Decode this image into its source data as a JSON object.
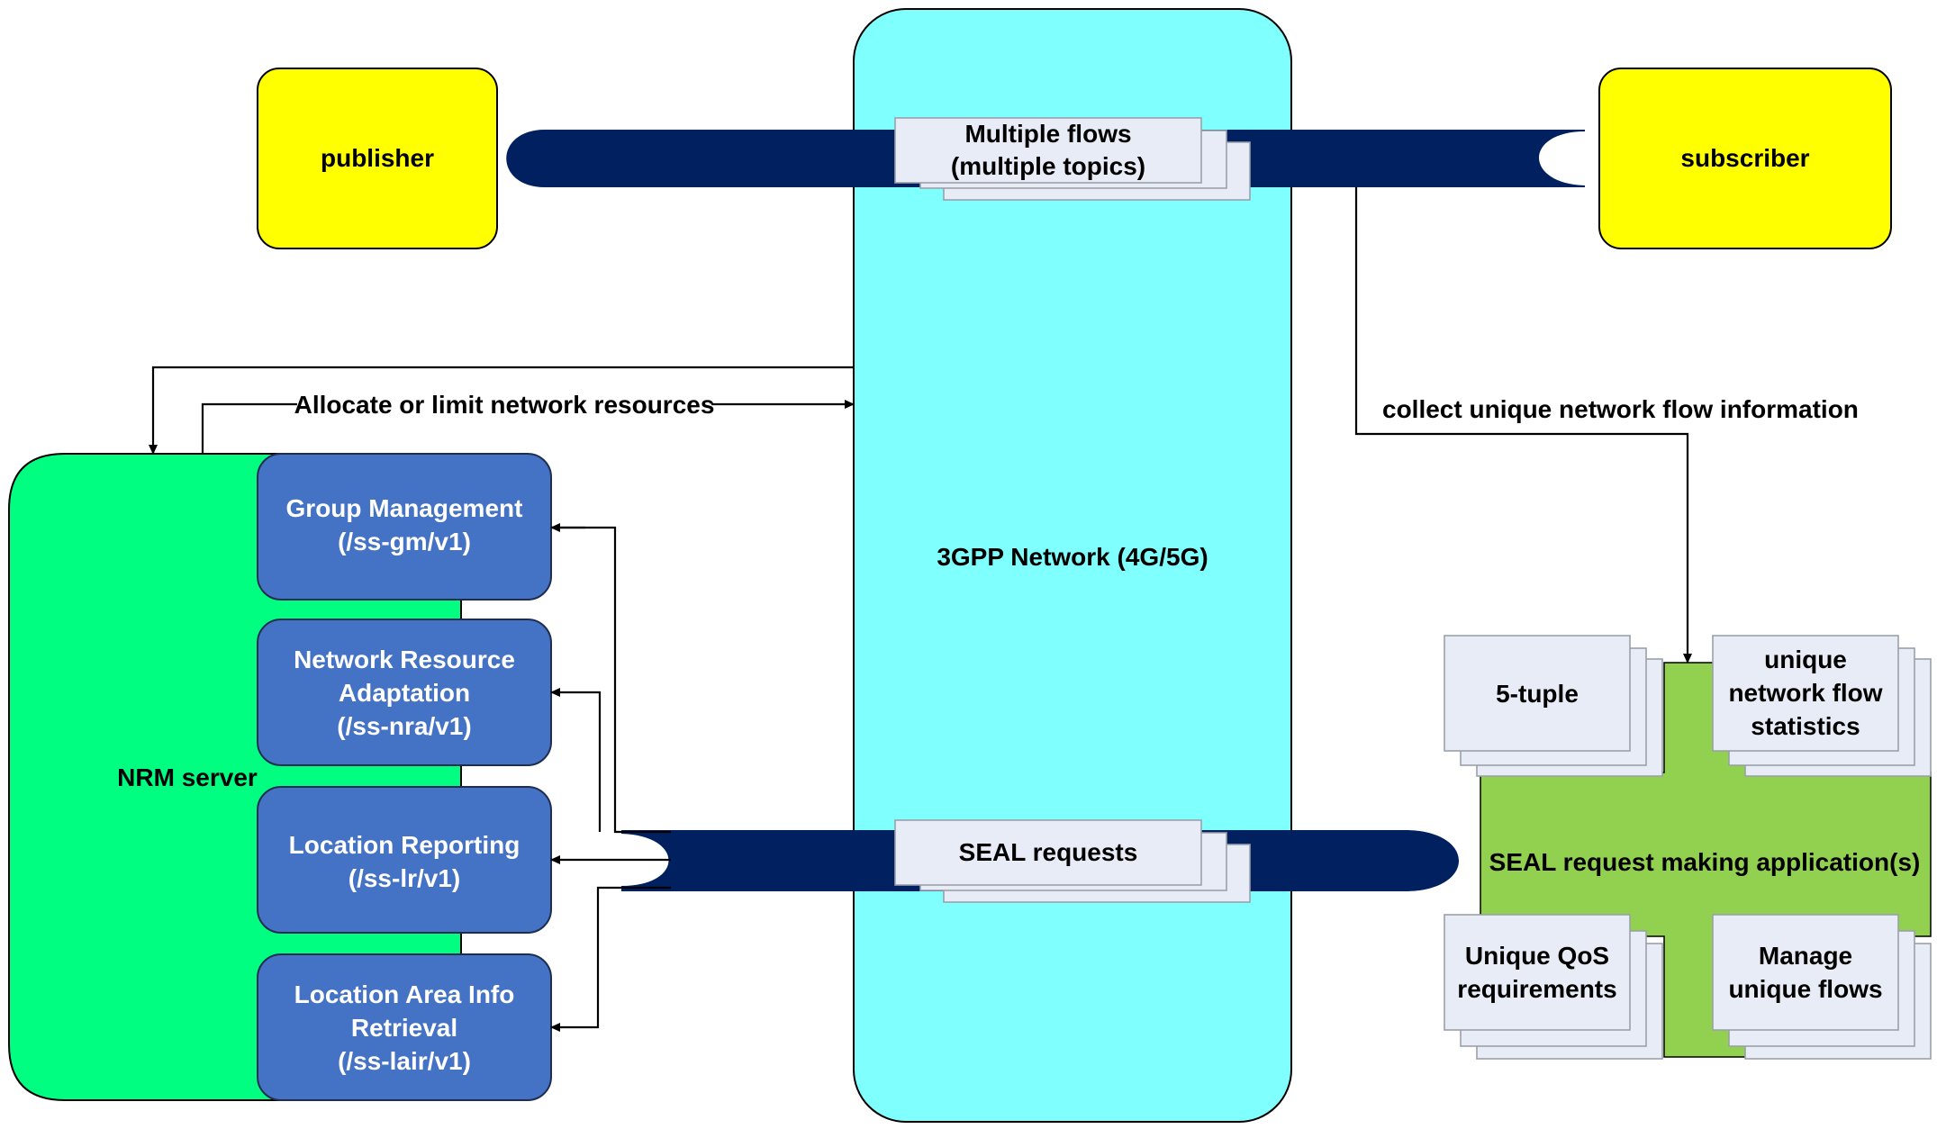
{
  "publisher": {
    "label": "publisher",
    "color": "#ffff00"
  },
  "subscriber": {
    "label": "subscriber",
    "color": "#ffff00"
  },
  "network": {
    "label": "3GPP Network (4G/5G)",
    "color": "#80ffff"
  },
  "flows_top": {
    "lines": [
      "Multiple flows",
      "(multiple topics)"
    ]
  },
  "flows_bottom": {
    "lines": [
      "SEAL requests"
    ]
  },
  "pipe_color": "#002060",
  "collect_label": "collect unique network flow information",
  "allocate_label": "Allocate or limit network resources",
  "nrm_server": {
    "label": "NRM server",
    "color": "#00ff80",
    "functions": [
      {
        "lines": [
          "Group Management",
          "(/ss-gm/v1)"
        ]
      },
      {
        "lines": [
          "Network Resource",
          "Adaptation",
          "(/ss-nra/v1)"
        ]
      },
      {
        "lines": [
          "Location Reporting",
          "(/ss-lr/v1)"
        ]
      },
      {
        "lines": [
          "Location Area Info",
          "Retrieval",
          "(/ss-lair/v1)"
        ]
      }
    ],
    "function_color": "#4472c4"
  },
  "seal_app": {
    "label": "SEAL request making application(s)",
    "color": "#92d050",
    "items": [
      {
        "lines": [
          "5-tuple"
        ]
      },
      {
        "lines": [
          "unique",
          "network flow",
          "statistics"
        ]
      },
      {
        "lines": [
          "Unique QoS",
          "requirements"
        ]
      },
      {
        "lines": [
          "Manage",
          "unique flows"
        ]
      }
    ]
  }
}
